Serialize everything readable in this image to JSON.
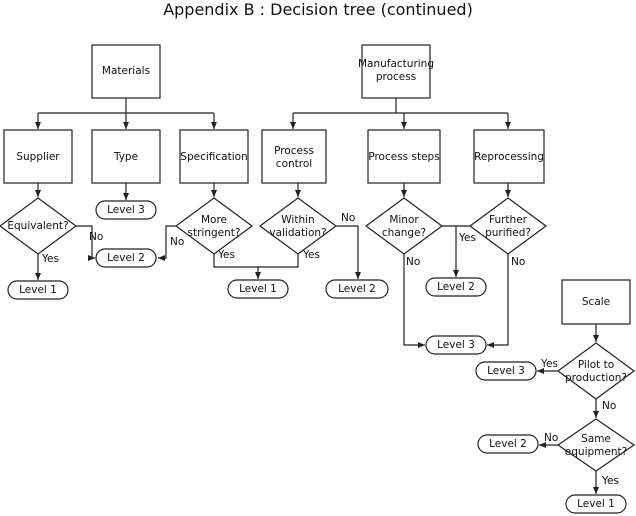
{
  "title": "Appendix B : Decision tree (continued)",
  "boxes": {
    "materials": "Materials",
    "manufacturing": [
      "Manufacturing",
      "process"
    ],
    "supplier": "Supplier",
    "type": "Type",
    "specification": "Specification",
    "process_control": [
      "Process",
      "control"
    ],
    "process_steps": "Process steps",
    "reprocessing": "Reprocessing",
    "scale": "Scale"
  },
  "decisions": {
    "equivalent": [
      "Equivalent?"
    ],
    "more_stringent": [
      "More",
      "stringent?"
    ],
    "within_validation": [
      "Within",
      "validation?"
    ],
    "minor_change": [
      "Minor",
      "change?"
    ],
    "further_purified": [
      "Further",
      "purified?"
    ],
    "pilot": [
      "Pilot to",
      "production?"
    ],
    "same_equipment": [
      "Same",
      "equipment?"
    ]
  },
  "outcomes": {
    "level1": "Level 1",
    "level2": "Level 2",
    "level3": "Level 3"
  },
  "answers": {
    "yes": "Yes",
    "no": "No"
  }
}
